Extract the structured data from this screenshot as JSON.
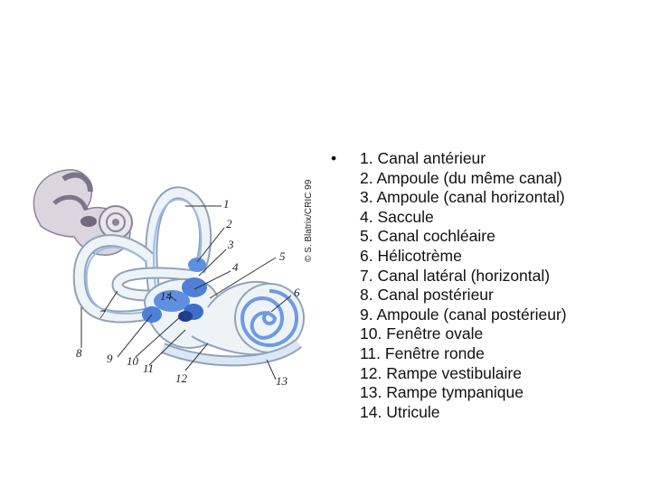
{
  "credit": "© S. Blatrix/CRIC 99",
  "bullet": "•",
  "legend": [
    "1. Canal antérieur",
    "2. Ampoule (du même canal)",
    "3. Ampoule (canal horizontal)",
    "4. Saccule",
    "5. Canal cochléaire",
    "6. Hélicotrème",
    "7. Canal latéral (horizontal)",
    "8. Canal postérieur",
    "9. Ampoule (canal postérieur)",
    "10. Fenêtre ovale",
    "11. Fenêtre ronde",
    "12. Rampe vestibulaire",
    "13. Rampe tympanique",
    "14. Utricule"
  ],
  "figure_numbers": [
    "1",
    "2",
    "3",
    "4",
    "5",
    "6",
    "7",
    "8",
    "9",
    "10",
    "11",
    "12",
    "13",
    "14"
  ],
  "colors": {
    "canal_outline": "#8fa3b8",
    "canal_fill": "#eef3f8",
    "membrane_blue": "#5f8fe0",
    "membrane_dark": "#2f5fc8",
    "inset_grey": "#b9b4c2",
    "leader_line": "#333333"
  }
}
